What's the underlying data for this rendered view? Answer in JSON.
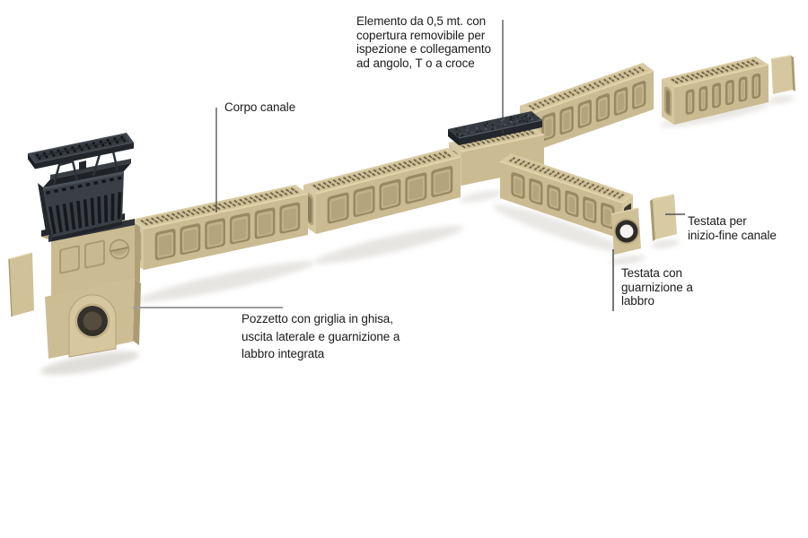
{
  "diagram": {
    "components": [
      "drain-grate",
      "sediment-basket",
      "catch-basin",
      "catch-basin-end-plate",
      "channel-segment-1",
      "channel-segment-2",
      "inspection-element-0-5m",
      "inspection-cover",
      "channel-segment-3",
      "channel-segment-4",
      "end-plate-right",
      "branch-channel",
      "end-cap-gasket",
      "end-cap-plain"
    ]
  },
  "labels": {
    "inspection_element": "Elemento da 0,5 mt. con\ncopertura removibile per\nispezione e collegamento\nad angolo, T o a croce",
    "channel_body": "Corpo canale",
    "catch_basin": "Pozzetto con griglia in ghisa,\nuscita laterale e guarnizione a\nlabbro integrata",
    "end_cap_start": "Testata per\ninizio-fine canale",
    "end_cap_gasket": "Testata con\nguarnizione a\nlabbro"
  },
  "colors": {
    "background": "#ffffff",
    "beige_top": "#d8caa3",
    "beige_top_field": "#cfc096",
    "beige_front": "#cbbb92",
    "beige_side_dark": "#a89a72",
    "panel_recess": "#978962",
    "panel_fill": "#c2b289",
    "panel_inner": "#b4a47b",
    "end_face": "#d5c7a0",
    "u_mid": "#b1a279",
    "u_deep": "#8c7f5c",
    "bevel": "#e3d6ae",
    "slot": "#6b6048",
    "iron_dark": "#23272c",
    "iron_mid": "#373c42",
    "iron_top": "#41464d",
    "gasket_ring": "#2c2b28",
    "hole_inner": "#544d3d",
    "shadow": "#cfccc6",
    "text": "#1b1b1b"
  }
}
